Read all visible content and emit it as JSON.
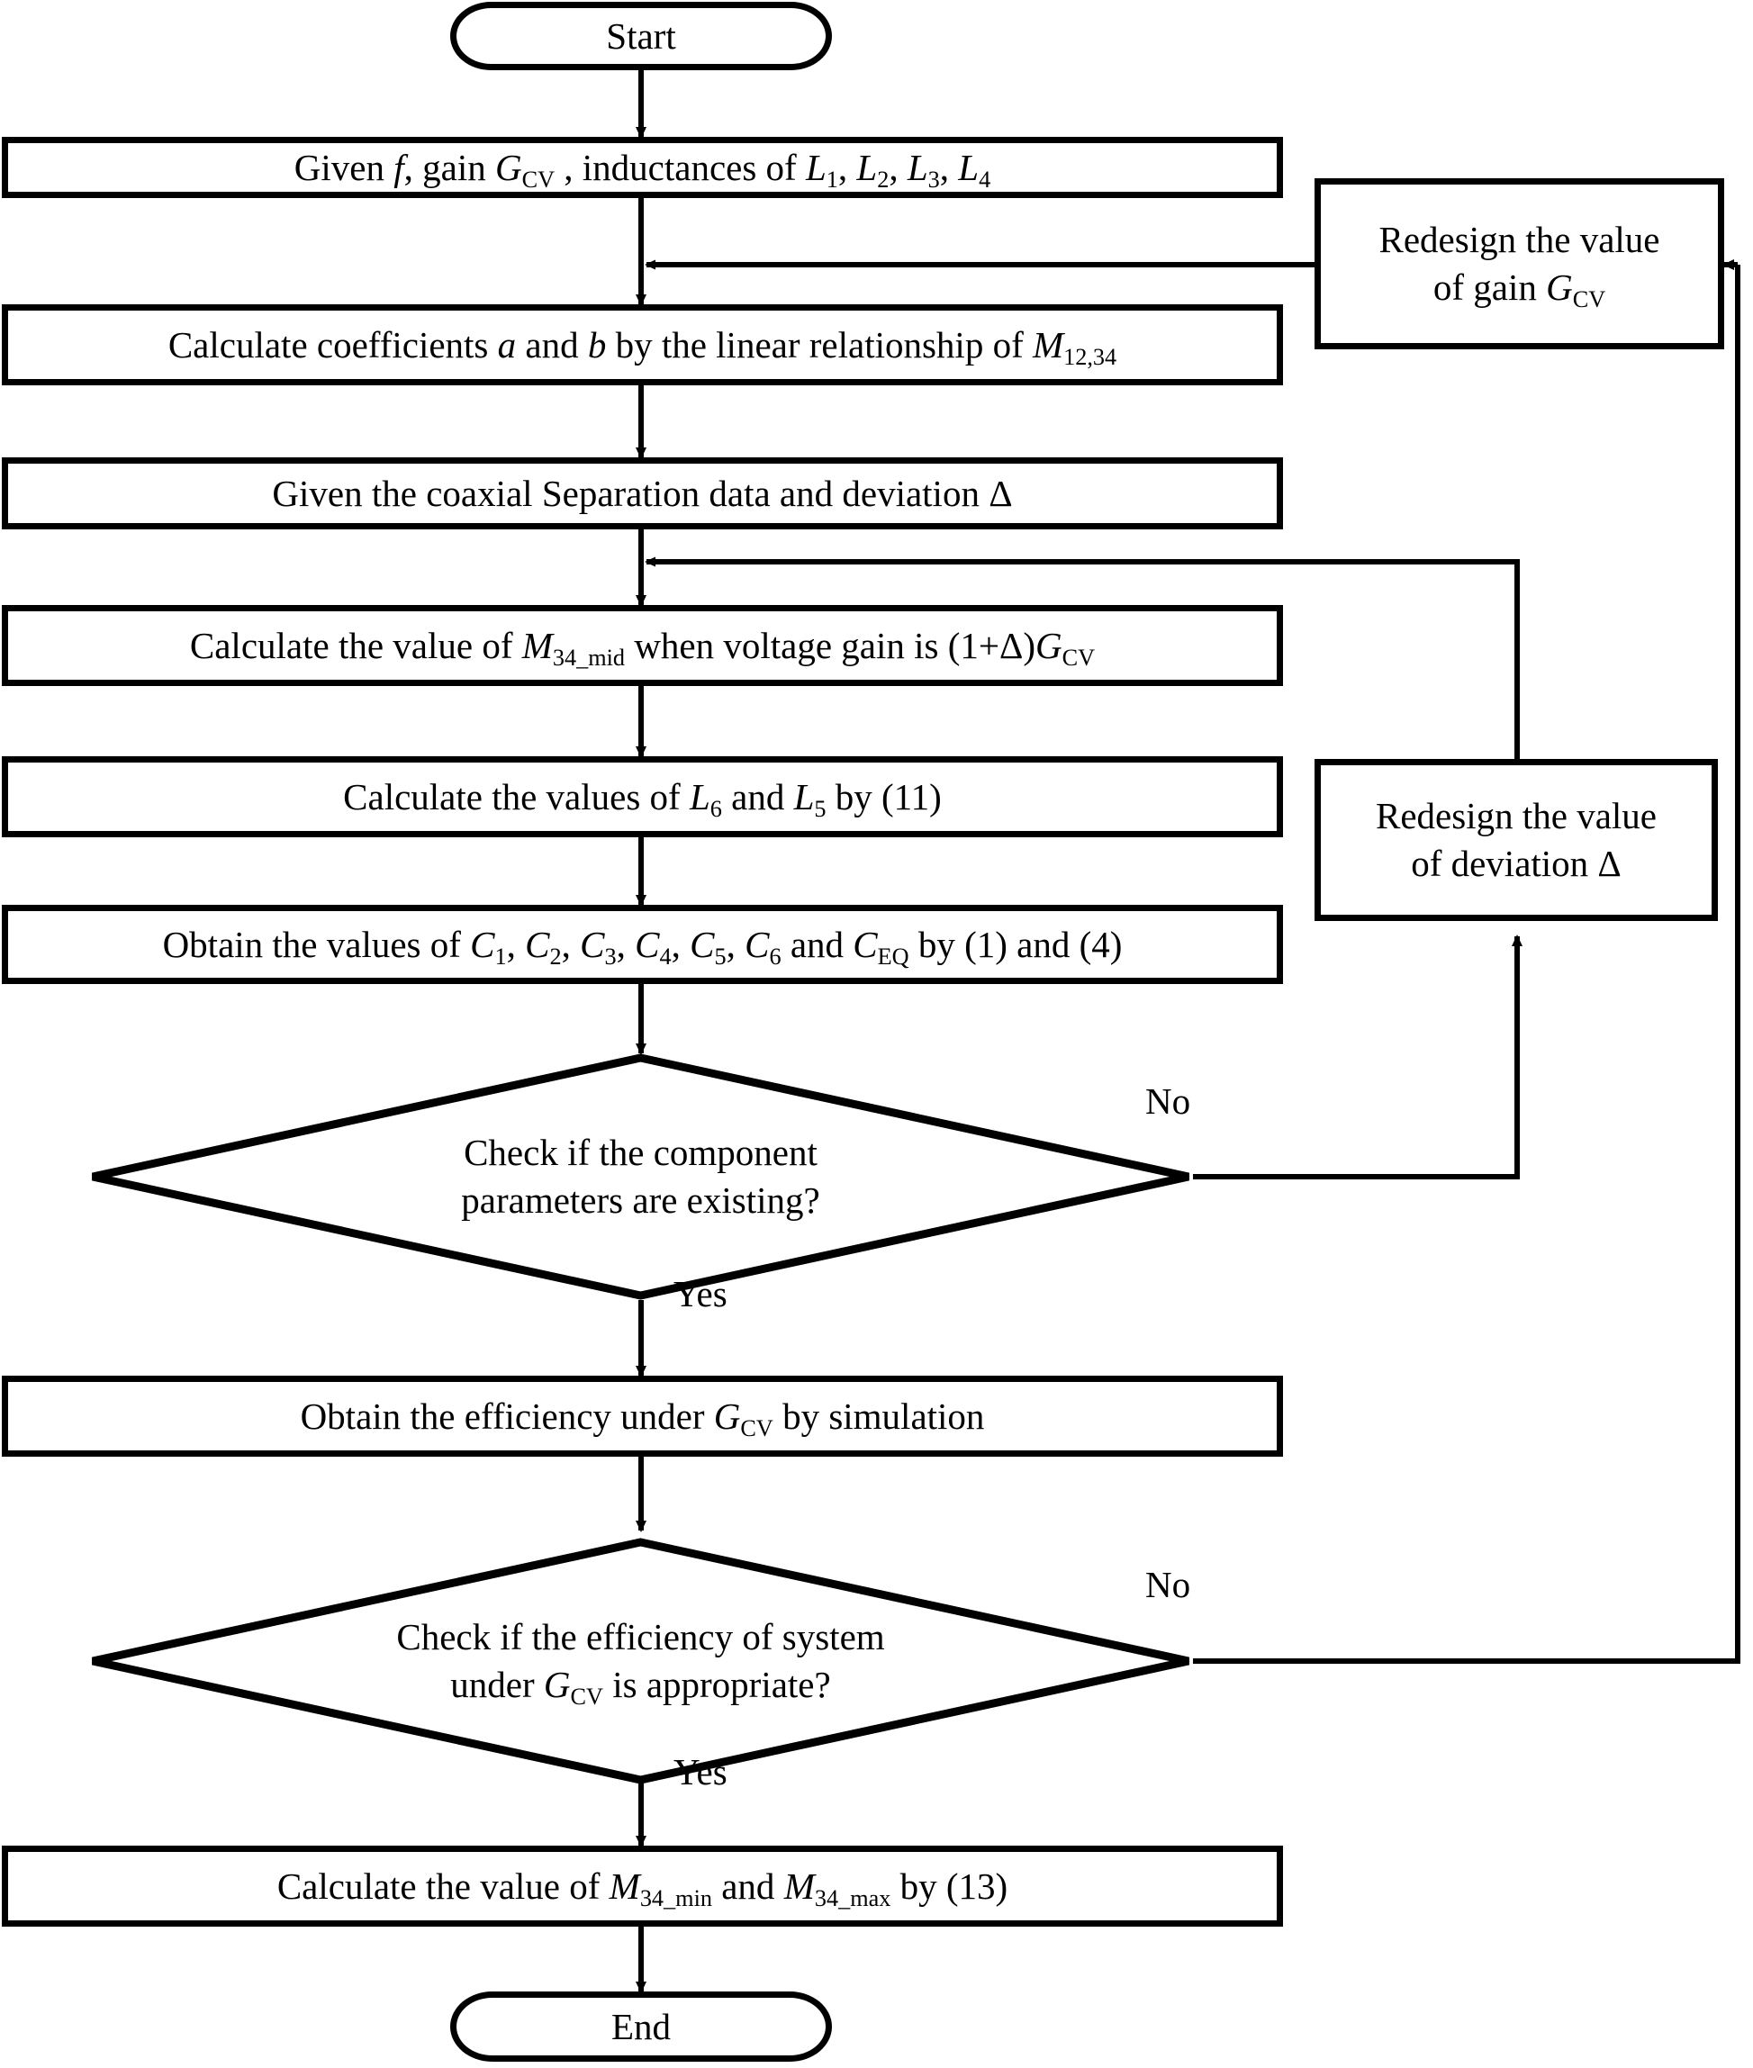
{
  "diagram": {
    "title": "Design procedure flowchart",
    "background_color": "#ffffff",
    "line_color": "#000000",
    "text_color": "#000000"
  },
  "nodes": {
    "start": {
      "label": "Start",
      "shape": "terminal"
    },
    "given_params": {
      "label": "Given f, gain GCV , inductances of L1, L2, L3, L4",
      "shape": "process"
    },
    "calc_coeff": {
      "label": "Calculate coefficients a and b by the linear relationship of M12,34",
      "shape": "process"
    },
    "given_coaxial": {
      "label": "Given the coaxial Separation data and deviation Δ",
      "shape": "process"
    },
    "calc_m34mid": {
      "label": "Calculate the value of M34_mid when voltage gain is (1+Δ)GCV",
      "shape": "process"
    },
    "calc_l6_l5": {
      "label": "Calculate the values of L6 and L5 by (11)",
      "shape": "process"
    },
    "obtain_caps": {
      "label": "Obtain the values of C1, C2, C3, C4, C5, C6 and CEQ by (1) and (4)",
      "shape": "process"
    },
    "check_params": {
      "label": "Check if the component parameters are existing?",
      "shape": "decision"
    },
    "obtain_eff": {
      "label": "Obtain the efficiency under GCV by simulation",
      "shape": "process"
    },
    "check_eff": {
      "label": "Check if the efficiency of system under GCV is  appropriate?",
      "shape": "decision"
    },
    "calc_m34_minmax": {
      "label": "Calculate the value of  M34_min and M34_max by (13)",
      "shape": "process"
    },
    "end": {
      "label": "End",
      "shape": "terminal"
    },
    "redesign_gain": {
      "label": "Redesign the value of gain GCV",
      "shape": "process"
    },
    "redesign_deviation": {
      "label": "Redesign the value of deviation Δ",
      "shape": "process"
    }
  },
  "edge_labels": {
    "check_params_no": "No",
    "check_params_yes": "Yes",
    "check_eff_no": "No",
    "check_eff_yes": "Yes"
  },
  "text_fragments": {
    "given_params": {
      "p1": "Given ",
      "f": "f",
      "p2": ", gain ",
      "g": "G",
      "g_sub": "CV",
      "p3": " , inductances of ",
      "l1": "L",
      "l1s": "1",
      "c1": ", ",
      "l2": "L",
      "l2s": "2",
      "c2": ", ",
      "l3": "L",
      "l3s": "3",
      "c3": ", ",
      "l4": "L",
      "l4s": "4"
    },
    "calc_coeff": {
      "p1": "Calculate coefficients ",
      "a": "a",
      "p2": " and ",
      "b": "b",
      "p3": " by the linear relationship of ",
      "m": "M",
      "m_sub": "12,34"
    },
    "given_coaxial": {
      "p1": "Given the coaxial Separation data and deviation Δ"
    },
    "calc_m34mid": {
      "p1": "Calculate the value of ",
      "m": "M",
      "m_sub": "34_mid",
      "p2": " when voltage gain is (1+Δ)",
      "g": "G",
      "g_sub": "CV"
    },
    "calc_l6_l5": {
      "p1": "Calculate the values of ",
      "l6": "L",
      "l6s": "6",
      "p2": " and ",
      "l5": "L",
      "l5s": "5",
      "p3": " by (11)"
    },
    "obtain_caps": {
      "p1": "Obtain the values of ",
      "c1": "C",
      "c1s": "1",
      "s1": ", ",
      "c2": "C",
      "c2s": "2",
      "s2": ", ",
      "c3": "C",
      "c3s": "3",
      "s3": ", ",
      "c4": "C",
      "c4s": "4",
      "s4": ", ",
      "c5": "C",
      "c5s": "5",
      "s5": ", ",
      "c6": "C",
      "c6s": "6",
      "p2": " and ",
      "ceq": "C",
      "ceq_sub": "EQ",
      "p3": " by (1) and (4)"
    },
    "check_params": {
      "line1": "Check if the component",
      "line2": "parameters are existing?"
    },
    "obtain_eff": {
      "p1": "Obtain the efficiency under ",
      "g": "G",
      "g_sub": "CV",
      "p2": " by simulation"
    },
    "check_eff": {
      "line1": "Check if the efficiency of system",
      "l2p1": "under ",
      "g": "G",
      "g_sub": "CV",
      "l2p2": " is  appropriate?"
    },
    "calc_m34_minmax": {
      "p1": "Calculate the value of  ",
      "mmin": "M",
      "mmin_sub": "34_min",
      "p2": " and ",
      "mmax": "M",
      "mmax_sub": "34_max",
      "p3": " by (13)"
    },
    "redesign_gain": {
      "line1": "Redesign the value",
      "l2p1": "of gain ",
      "g": "G",
      "g_sub": "CV"
    },
    "redesign_deviation": {
      "line1": "Redesign the value",
      "line2": "of deviation Δ"
    },
    "start": {
      "label": "Start"
    },
    "end": {
      "label": "End"
    }
  }
}
